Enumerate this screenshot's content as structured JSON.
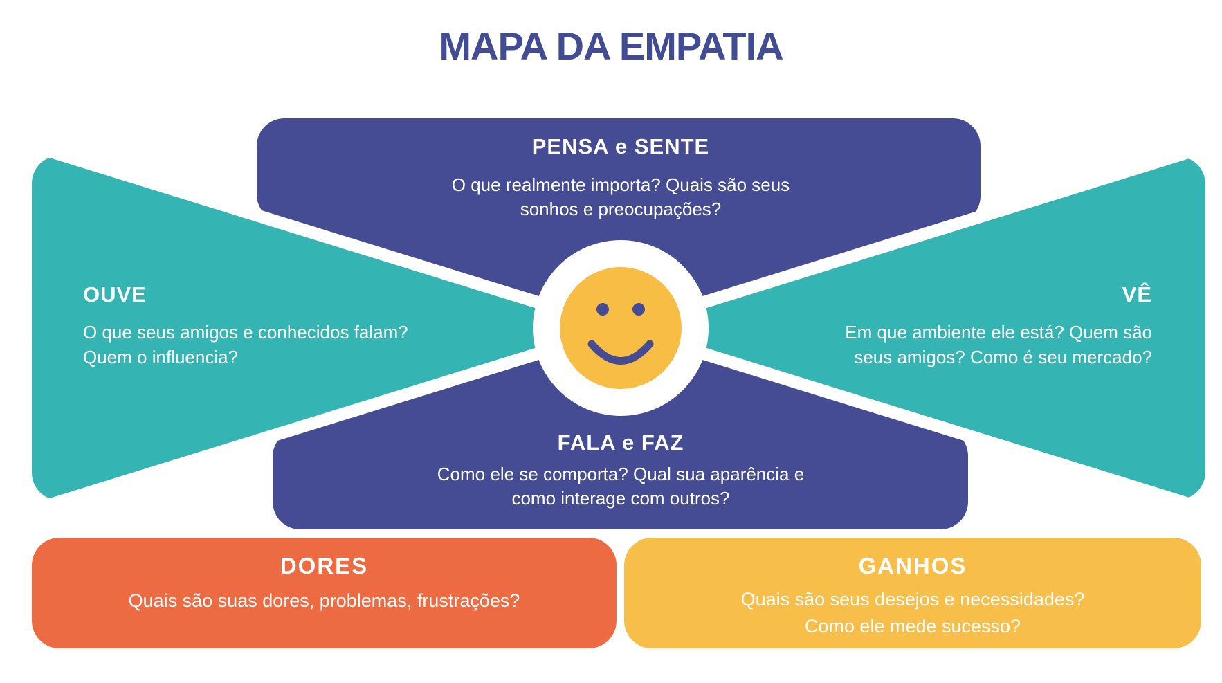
{
  "title": "MAPA DA EMPATIA",
  "colors": {
    "indigo": "#454C94",
    "teal": "#35B4B4",
    "orange": "#EC6B43",
    "yellow": "#F7BE4A",
    "face_yellow": "#F7BD45",
    "white": "#FFFFFF",
    "title_text": "#424C94"
  },
  "quadrants": {
    "pensa_sente": {
      "heading": "PENSA e SENTE",
      "line1": "O que realmente importa? Quais são seus",
      "line2": "sonhos e preocupações?"
    },
    "ouve": {
      "heading": "OUVE",
      "line1": "O que seus amigos e conhecidos falam?",
      "line2": "Quem o influencia?"
    },
    "ve": {
      "heading": "VÊ",
      "line1": "Em que ambiente ele está? Quem são",
      "line2": "seus amigos? Como é seu mercado?"
    },
    "fala_faz": {
      "heading": "FALA e FAZ",
      "line1": "Como ele se comporta? Qual sua aparência e",
      "line2": "como interage com outros?"
    }
  },
  "cards": {
    "dores": {
      "heading": "DORES",
      "line1": "Quais são suas dores, problemas, frustrações?"
    },
    "ganhos": {
      "heading": "GANHOS",
      "line1": "Quais são seus desejos e necessidades?",
      "line2": "Como ele mede sucesso?"
    }
  },
  "icons": {
    "center": "smiley-face"
  }
}
